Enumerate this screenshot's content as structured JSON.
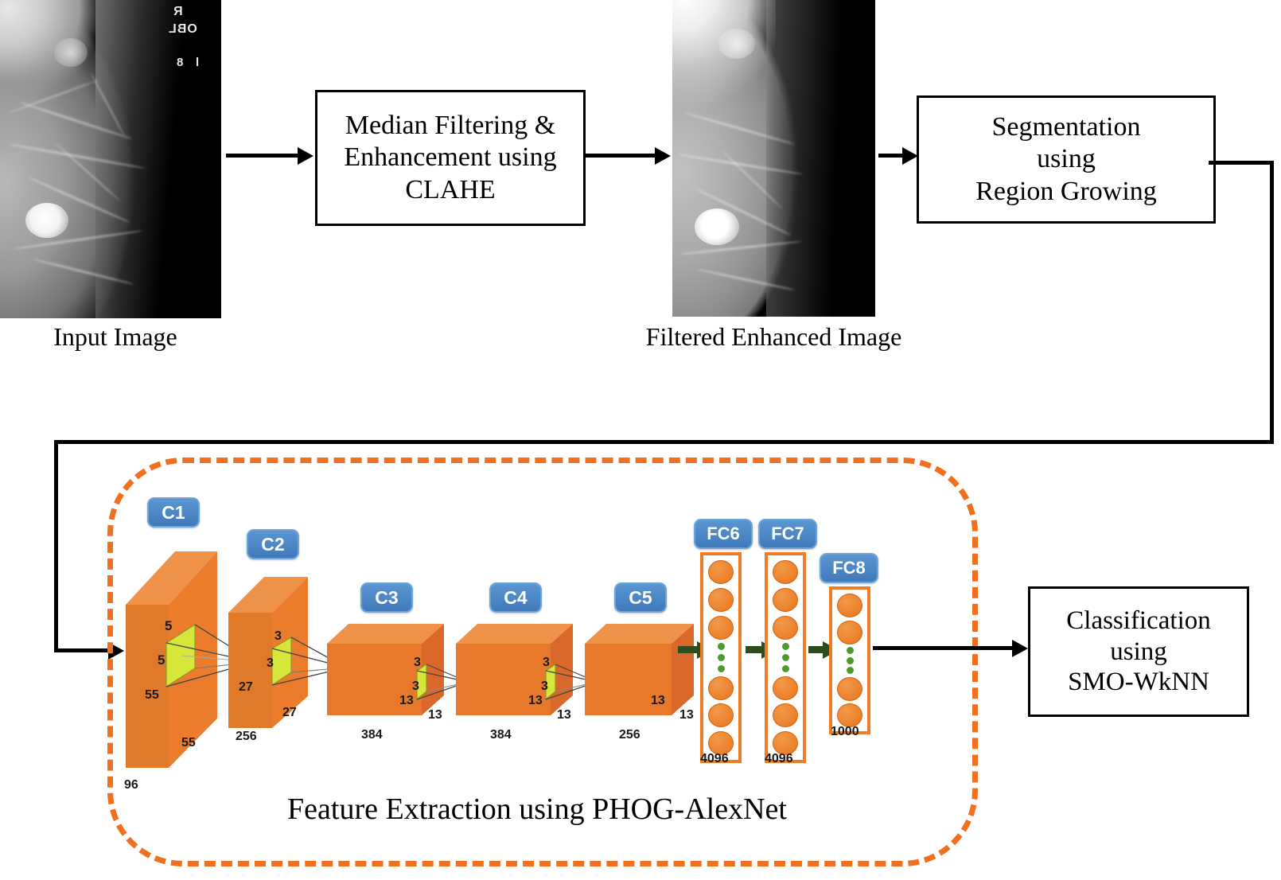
{
  "pipeline": {
    "boxes": [
      {
        "id": "median-filter",
        "lines": [
          "Median Filtering &",
          "Enhancement using",
          "CLAHE"
        ]
      },
      {
        "id": "segmentation",
        "lines": [
          "Segmentation",
          "using",
          "Region Growing"
        ]
      },
      {
        "id": "classification",
        "lines": [
          "Classification",
          "using",
          "SMO-WkNN"
        ]
      }
    ],
    "captions": [
      {
        "id": "input-image-caption",
        "text": "Input Image"
      },
      {
        "id": "filtered-image-caption",
        "text": "Filtered Enhanced Image"
      }
    ]
  },
  "images": {
    "input": {
      "markers": [
        "R",
        "OBL",
        "8",
        "l"
      ]
    },
    "filtered": {
      "markers": []
    }
  },
  "alexnet": {
    "container_label": "Feature Extraction using PHOG-AlexNet",
    "conv_layers": [
      {
        "name": "C1",
        "kernel": "5",
        "kernel2": "5",
        "depth": "96",
        "size1": "55",
        "size2": "55"
      },
      {
        "name": "C2",
        "kernel": "3",
        "kernel2": "3",
        "depth": "256",
        "size1": "27",
        "size2": "27"
      },
      {
        "name": "C3",
        "kernel": "3",
        "kernel2": "3",
        "depth": "384",
        "size1": "13",
        "size2": "13"
      },
      {
        "name": "C4",
        "kernel": "3",
        "kernel2": "3",
        "depth": "384",
        "size1": "13",
        "size2": "13"
      },
      {
        "name": "C5",
        "kernel": "",
        "kernel2": "",
        "depth": "256",
        "size1": "13",
        "size2": "13"
      }
    ],
    "fc_layers": [
      {
        "name": "FC6",
        "units": "4096"
      },
      {
        "name": "FC7",
        "units": "4096"
      },
      {
        "name": "FC8",
        "units": "1000"
      }
    ]
  },
  "colors": {
    "block_orange": "#ea7c2b",
    "badge_blue": "#4a86c8",
    "kernel_yellow": "#d7e63a",
    "dashed_orange": "#f07020",
    "green_dot": "#4e9a2f"
  }
}
